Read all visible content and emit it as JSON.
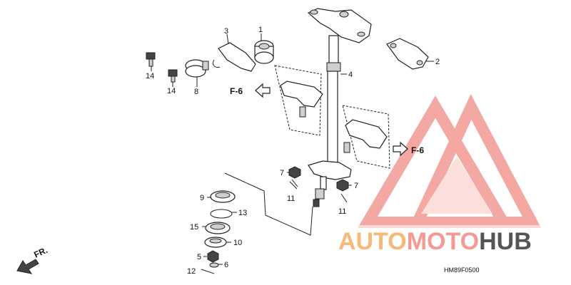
{
  "diagram": {
    "code": "HM89F0500",
    "front_label": "FR.",
    "ref_left": "F-6",
    "ref_right": "F-6"
  },
  "callouts": {
    "c1": "1",
    "c2": "2",
    "c3": "3",
    "c4": "4",
    "c5": "5",
    "c6": "6",
    "c7a": "7",
    "c7b": "7",
    "c8": "8",
    "c9": "9",
    "c10": "10",
    "c11a": "11",
    "c11b": "11",
    "c12": "12",
    "c13": "13",
    "c14a": "14",
    "c14b": "14",
    "c15": "15"
  },
  "watermark": {
    "word_a": "AUTO",
    "word_b": "MOTO",
    "word_c": "HUB",
    "color_a": "#f5b97a",
    "color_b": "#f39a93",
    "color_c": "#555555",
    "logo_color": "#f08b86"
  }
}
